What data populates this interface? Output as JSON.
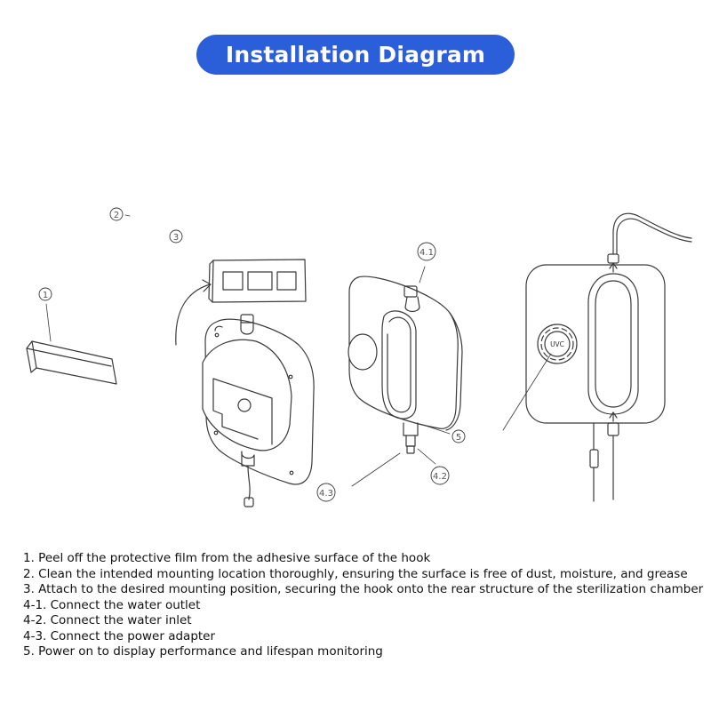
{
  "title": "Installation Diagram",
  "colors": {
    "title_background": "#2b5fd9",
    "title_text": "#ffffff",
    "line_art": "#3a3a3a"
  },
  "callouts": {
    "c1": "1",
    "c2": "2",
    "c3": "3",
    "c41": "4.1",
    "c42": "4.2",
    "c43": "4.3",
    "c5": "5"
  },
  "device_label": "UVC",
  "steps": [
    "1. Peel off the protective film from the adhesive surface of the hook",
    "2. Clean the intended mounting location thoroughly, ensuring the surface is free of dust, moisture, and grease",
    "3. Attach to the desired mounting position, securing the hook onto the rear structure of the sterilization chamber",
    "4-1. Connect the water outlet",
    "4-2. Connect the water inlet",
    "4-3. Connect the power adapter",
    "5. Power on to display performance and lifespan monitoring"
  ]
}
